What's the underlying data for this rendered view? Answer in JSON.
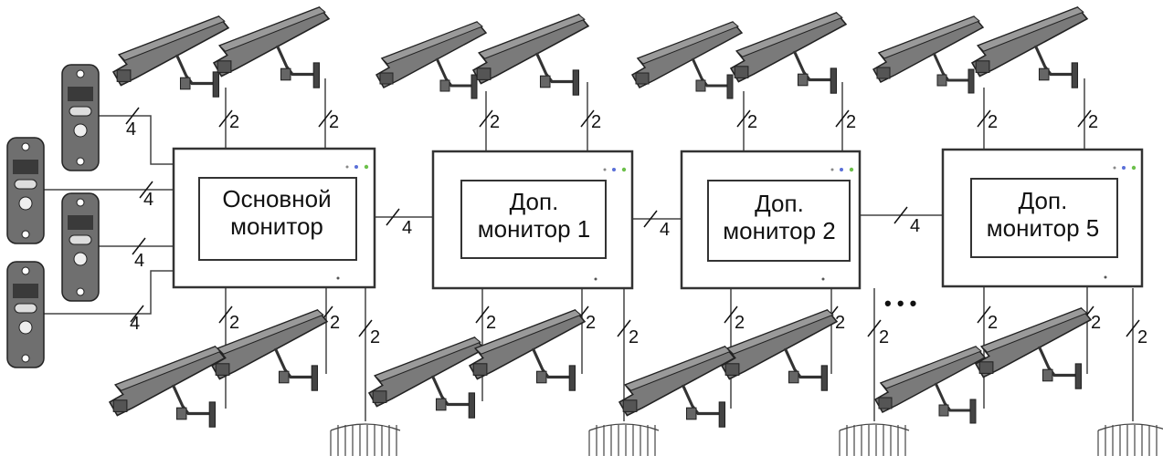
{
  "monitors": [
    {
      "name": "Основной",
      "sub": "монитор"
    },
    {
      "name": "Доп.",
      "sub": "монитор 1"
    },
    {
      "name": "Доп.",
      "sub": "монитор 2"
    },
    {
      "name": "Доп.",
      "sub": "монитор 5"
    }
  ],
  "wire_labels": {
    "panel": "4",
    "bus": "4",
    "camera": "2",
    "gate": "2"
  },
  "ellipsis": "• • •",
  "colors": {
    "line": "#444444",
    "camera": "#7a7a7a",
    "camera_dark": "#555555",
    "panel": "#6f6f6f",
    "panel_dark": "#3a3a3a",
    "led_blue": "#5a6fd8",
    "led_green": "#6cc04a"
  }
}
